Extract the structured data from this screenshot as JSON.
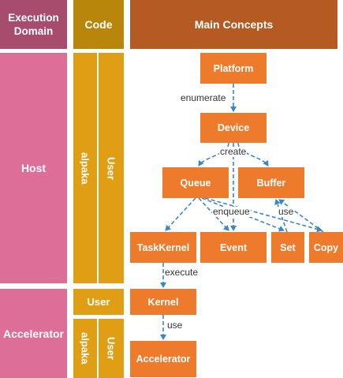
{
  "colors": {
    "header_domain": "#a84c6d",
    "header_code": "#b8860a",
    "header_concepts": "#b55a22",
    "domain": "#dc6e98",
    "code": "#e09e14",
    "node": "#ee7a2c",
    "link": "#3a86c8"
  },
  "headers": {
    "domain": "Execution Domain",
    "code": "Code",
    "concepts": "Main Concepts"
  },
  "domains": {
    "host": "Host",
    "accelerator": "Accelerator"
  },
  "code": {
    "host_alpaka": "alpaka",
    "host_user": "User",
    "acc_user": "User",
    "acc_alpaka": "alpaka",
    "acc_user2": "User"
  },
  "nodes": {
    "platform": "Platform",
    "device": "Device",
    "queue": "Queue",
    "buffer": "Buffer",
    "taskkernel": "TaskKernel",
    "event": "Event",
    "set": "Set",
    "copy": "Copy",
    "kernel": "Kernel",
    "accelerator": "Accelerator"
  },
  "edge_labels": {
    "enumerate": "enumerate",
    "create": "create",
    "enqueue": "enqueue",
    "use_buffer": "use",
    "execute": "execute",
    "use_acc": "use"
  }
}
